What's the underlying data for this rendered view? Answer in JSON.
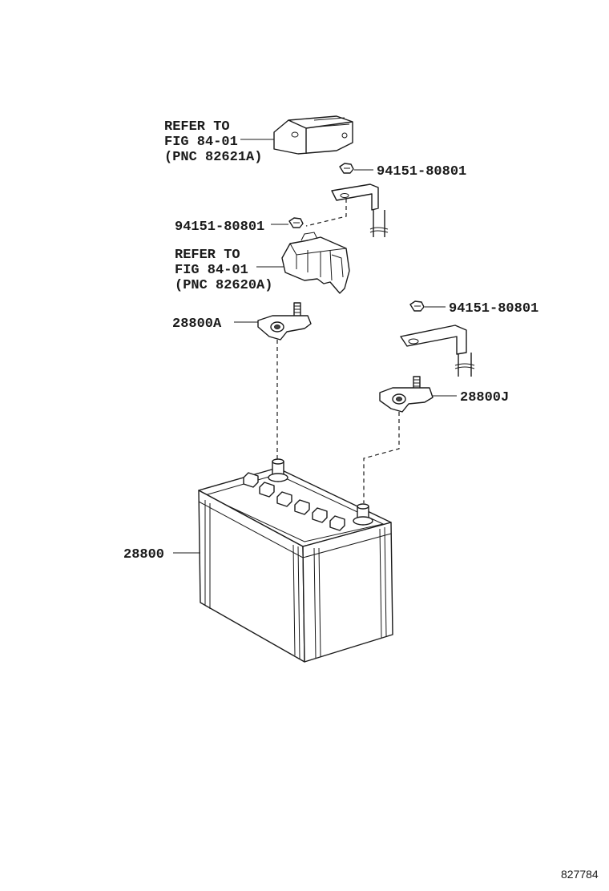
{
  "labels": {
    "refer_top": [
      "REFER TO",
      "FIG 84-01",
      "(PNC 82621A)"
    ],
    "nut_top": "94151-80801",
    "nut_left": "94151-80801",
    "refer_mid": [
      "REFER TO",
      "FIG 84-01",
      "(PNC 82620A)"
    ],
    "nut_right": "94151-80801",
    "clamp_pos": "28800A",
    "clamp_neg": "28800J",
    "battery": "28800",
    "figure_id": "827784"
  }
}
